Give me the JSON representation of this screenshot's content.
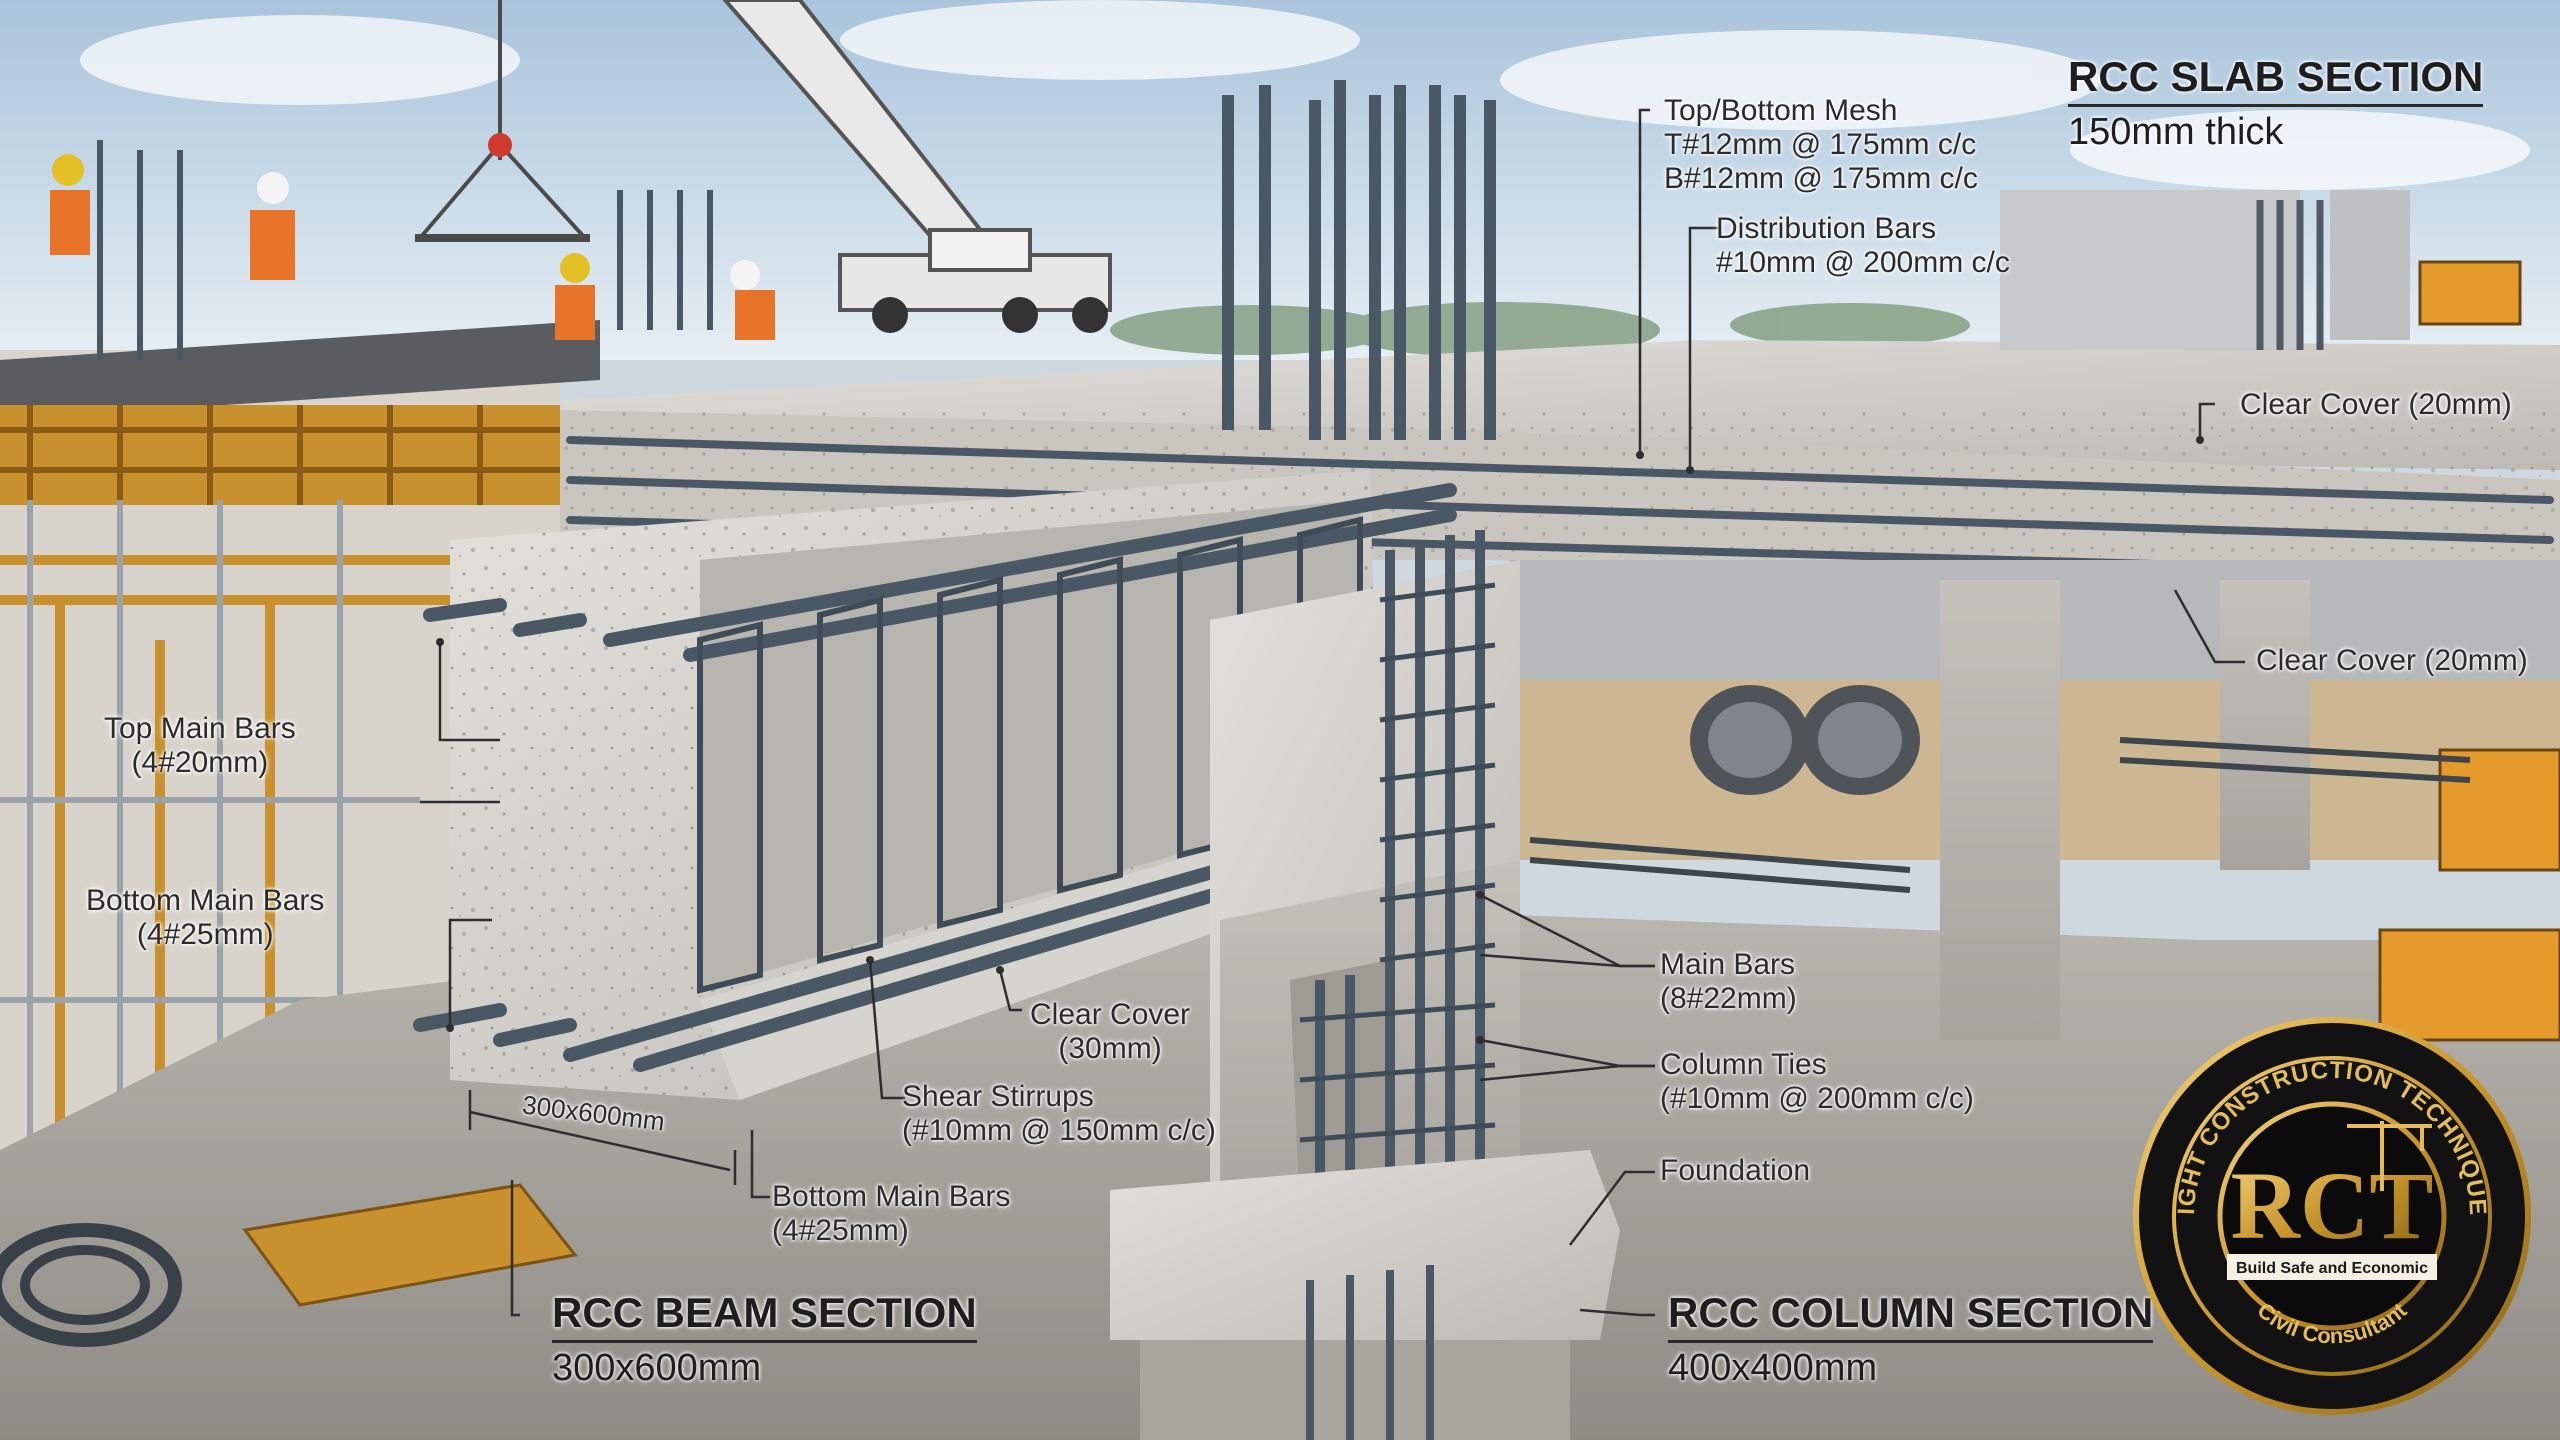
{
  "sections": {
    "slab": {
      "title": "RCC SLAB SECTION",
      "subtitle": "150mm thick"
    },
    "beam": {
      "title": "RCC BEAM SECTION",
      "subtitle": "300x600mm"
    },
    "column": {
      "title": "RCC COLUMN SECTION",
      "subtitle": "400x400mm"
    }
  },
  "slab_labels": {
    "mesh_title": "Top/Bottom Mesh",
    "mesh_top": "T#12mm @ 175mm c/c",
    "mesh_bottom": "B#12mm @ 175mm c/c",
    "dist_title": "Distribution Bars",
    "dist_spec": "#10mm @ 200mm c/c",
    "cover_top": "Clear Cover (20mm)",
    "cover_bottom": "Clear Cover (20mm)"
  },
  "beam_labels": {
    "top_main_title": "Top Main Bars",
    "top_main_spec": "(4#20mm)",
    "bottom_main_left_title": "Bottom Main Bars",
    "bottom_main_left_spec": "(4#25mm)",
    "dimension": "300x600mm",
    "clear_cover_title": "Clear Cover",
    "clear_cover_spec": "(30mm)",
    "stirrups_title": "Shear Stirrups",
    "stirrups_spec": "(#10mm @ 150mm c/c)",
    "bottom_main_title": "Bottom Main Bars",
    "bottom_main_spec": "(4#25mm)"
  },
  "column_labels": {
    "main_title": "Main Bars",
    "main_spec": "(8#22mm)",
    "ties_title": "Column Ties",
    "ties_spec": "(#10mm @ 200mm c/c)",
    "foundation": "Foundation"
  },
  "logo": {
    "arc_text": "RIGHT CONSTRUCTION TECHNIQUES",
    "monogram": "RCT",
    "tagline": "Build Safe and Economic",
    "role": "Civil Consultant"
  },
  "colors": {
    "sky": "#b9cfe0",
    "concrete": "#cfcdc8",
    "rebar": "#4a5866",
    "timber": "#c8912e",
    "logo_gold": "#d4a93a",
    "logo_black": "#121212"
  }
}
